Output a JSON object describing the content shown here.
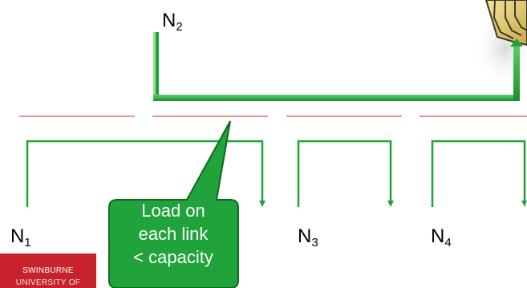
{
  "nodes": {
    "n1": {
      "base": "N",
      "sub": "1"
    },
    "n2": {
      "base": "N",
      "sub": "2"
    },
    "n3": {
      "base": "N",
      "sub": "3"
    },
    "n4": {
      "base": "N",
      "sub": "4"
    }
  },
  "callout": {
    "line1": "Load on",
    "line2": "each link",
    "line3": "< capacity"
  },
  "logo": {
    "line1": "SWINBURNE",
    "line2": "UNIVERSITY OF"
  },
  "colors": {
    "link_green": "#1fa33a",
    "callout_fill": "#1fa33a",
    "divider_red": "#d9534f",
    "logo_red": "#c8232c",
    "server_tan": "#e8cd72"
  }
}
